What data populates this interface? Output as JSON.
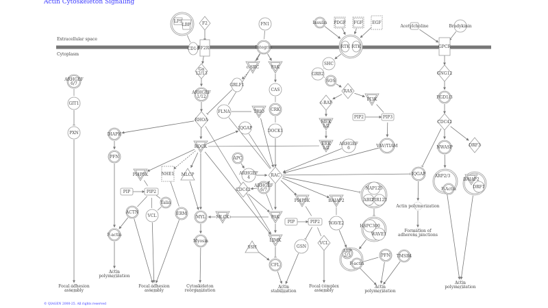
{
  "title": "Actin Cytoskeleton Signaling",
  "copyright": "© QIAGEN 2000-25. All rights reserved",
  "compartments": {
    "extracellular": "Extracellular space",
    "cytoplasm": "Cytoplasm"
  },
  "colors": {
    "title": "#3b3bff",
    "membrane": "#777777",
    "edge": "#777777",
    "node_stroke": "#999999"
  },
  "nodes": [
    {
      "id": "lpscx",
      "label": "",
      "shape": "complex"
    },
    {
      "id": "lps",
      "label": "LPS",
      "shape": "rect"
    },
    {
      "id": "lbp",
      "label": "LBP",
      "shape": "trapezoid"
    },
    {
      "id": "f2",
      "label": "F2",
      "shape": "diamond"
    },
    {
      "id": "cd14",
      "label": "CD14",
      "shape": "ellipse"
    },
    {
      "id": "f2r",
      "label": "F2R",
      "shape": "tallrect"
    },
    {
      "id": "fn1",
      "label": "FN1",
      "shape": "circle"
    },
    {
      "id": "integrin",
      "label": "Integrin",
      "shape": "dcircle"
    },
    {
      "id": "ga",
      "label": "Gα\n12/13",
      "shape": "diamond"
    },
    {
      "id": "csrc",
      "label": "c-SRC",
      "shape": "tridown"
    },
    {
      "id": "fak",
      "label": "FAK",
      "shape": "tridown"
    },
    {
      "id": "grlf1",
      "label": "GRLF1",
      "shape": "ellipse"
    },
    {
      "id": "cas",
      "label": "CAS",
      "shape": "circle"
    },
    {
      "id": "arhgef112",
      "label": "ARHGEF\n1/12",
      "shape": "dcircle"
    },
    {
      "id": "arhgef67l",
      "label": "ARHGEF\n6/7",
      "shape": "dcircle"
    },
    {
      "id": "git1",
      "label": "GIT1",
      "shape": "circle"
    },
    {
      "id": "pxn",
      "label": "PXN",
      "shape": "circle"
    },
    {
      "id": "flna",
      "label": "FLNA",
      "shape": "circle"
    },
    {
      "id": "trio",
      "label": "TRIO",
      "shape": "tridown"
    },
    {
      "id": "crk",
      "label": "CRK",
      "shape": "dcircle"
    },
    {
      "id": "rhoa",
      "label": "RHOA",
      "shape": "diamond"
    },
    {
      "id": "iqgapl",
      "label": "IQGAP",
      "shape": "circle"
    },
    {
      "id": "dock1",
      "label": "DOCK1",
      "shape": "circle"
    },
    {
      "id": "diaph",
      "label": "DIAPH",
      "shape": "dcircle"
    },
    {
      "id": "rock",
      "label": "ROCK",
      "shape": "tridown"
    },
    {
      "id": "pfnl",
      "label": "PFN",
      "shape": "dcircle"
    },
    {
      "id": "pi4p5kl",
      "label": "PI4P5K",
      "shape": "tridown"
    },
    {
      "id": "nhe1",
      "label": "NHE1",
      "shape": "dashrect"
    },
    {
      "id": "mlcp",
      "label": "MLCP",
      "shape": "triup"
    },
    {
      "id": "apc",
      "label": "APC",
      "shape": "dcircle"
    },
    {
      "id": "arhgef4",
      "label": "ARHGEF\n4",
      "shape": "circle"
    },
    {
      "id": "rac",
      "label": "RAC",
      "shape": "diamond"
    },
    {
      "id": "cdc42m",
      "label": "CDC42",
      "shape": "diamond"
    },
    {
      "id": "arhgef67m",
      "label": "ARHGEF\n6/7",
      "shape": "dcircle"
    },
    {
      "id": "pipl",
      "label": "PIP",
      "shape": "rrect"
    },
    {
      "id": "pip2l",
      "label": "PIP2",
      "shape": "rrect"
    },
    {
      "id": "talin",
      "label": "Talin",
      "shape": "dcircle"
    },
    {
      "id": "actn",
      "label": "ACTN",
      "shape": "dcircle"
    },
    {
      "id": "vcll",
      "label": "VCL",
      "shape": "circle"
    },
    {
      "id": "erm",
      "label": "ERM",
      "shape": "dcircle"
    },
    {
      "id": "myl",
      "label": "MYL",
      "shape": "dcircle"
    },
    {
      "id": "mlck",
      "label": "MLCK",
      "shape": "tridown"
    },
    {
      "id": "pak",
      "label": "PAK",
      "shape": "tridown"
    },
    {
      "id": "factinl",
      "label": "F-actin",
      "shape": "dcircle"
    },
    {
      "id": "myosin",
      "label": "Myosin",
      "shape": "dcircle"
    },
    {
      "id": "limk",
      "label": "LIMK",
      "shape": "tridown"
    },
    {
      "id": "ssh",
      "label": "SSH",
      "shape": "triup"
    },
    {
      "id": "cfl",
      "label": "CFL",
      "shape": "dcircle"
    },
    {
      "id": "apl",
      "label": "Actin\npolymerization",
      "shape": "function"
    },
    {
      "id": "fa1",
      "label": "Focal adhesion\nassembly",
      "shape": "function"
    },
    {
      "id": "fa2",
      "label": "Focal adhesion\nassembly",
      "shape": "function"
    },
    {
      "id": "cyto",
      "label": "Cytoskeleton\nreorganization",
      "shape": "function"
    },
    {
      "id": "astab",
      "label": "Actin\nstabilization",
      "shape": "function"
    },
    {
      "id": "insulin",
      "label": "Insulin",
      "shape": "dcircle"
    },
    {
      "id": "pdgf",
      "label": "PDGF",
      "shape": "ddashrect"
    },
    {
      "id": "fgf",
      "label": "FGF",
      "shape": "ddashrect"
    },
    {
      "id": "egf",
      "label": "EGF",
      "shape": "dashrect"
    },
    {
      "id": "rtkcx",
      "label": "",
      "shape": "complex"
    },
    {
      "id": "rtk1",
      "label": "RTK",
      "shape": "ellipse"
    },
    {
      "id": "rtk2",
      "label": "RTK",
      "shape": "ellipse"
    },
    {
      "id": "shc",
      "label": "SHC",
      "shape": "circle"
    },
    {
      "id": "grb2",
      "label": "GRB2",
      "shape": "circle"
    },
    {
      "id": "sos",
      "label": "SOS",
      "shape": "dcircle"
    },
    {
      "id": "ras",
      "label": "RAS",
      "shape": "diamond"
    },
    {
      "id": "craf",
      "label": "c-RAF",
      "shape": "diamond"
    },
    {
      "id": "pi3k",
      "label": "PI3K",
      "shape": "tridown"
    },
    {
      "id": "pip2r",
      "label": "PIP2",
      "shape": "rrect"
    },
    {
      "id": "pip3",
      "label": "PIP3",
      "shape": "rrect"
    },
    {
      "id": "mek",
      "label": "MEK\n1/2",
      "shape": "tridown"
    },
    {
      "id": "erk",
      "label": "ERK\n1/2",
      "shape": "tridown"
    },
    {
      "id": "arhgef6",
      "label": "ARHGEF\n6",
      "shape": "circle"
    },
    {
      "id": "vavtiam",
      "label": "VAV/TIAM",
      "shape": "dcircle"
    },
    {
      "id": "acetylcholine",
      "label": "Acetylcholine",
      "shape": "rrectw"
    },
    {
      "id": "bradykinin",
      "label": "Bradykinin",
      "shape": "circle"
    },
    {
      "id": "gpcr",
      "label": "GPCR",
      "shape": "tallrect"
    },
    {
      "id": "gng12",
      "label": "GNG12",
      "shape": "diamond"
    },
    {
      "id": "fgd13",
      "label": "FGD1/3",
      "shape": "dcircle"
    },
    {
      "id": "cdc42r",
      "label": "CDC42",
      "shape": "diamond"
    },
    {
      "id": "nwasp",
      "label": "NWASP",
      "shape": "dcircle"
    },
    {
      "id": "drf3",
      "label": "DRF3",
      "shape": "diamond"
    },
    {
      "id": "iqgapr",
      "label": "IQGAP",
      "shape": "dcircle"
    },
    {
      "id": "apr",
      "label": "Actin polymerization",
      "shape": "function"
    },
    {
      "id": "adherens",
      "label": "Formation of\nadherens junctions",
      "shape": "function"
    },
    {
      "id": "arpcx",
      "label": "",
      "shape": "bigcomplex"
    },
    {
      "id": "arp23r",
      "label": "ARP2/3",
      "shape": "none"
    },
    {
      "id": "factinr",
      "label": "F-Actin",
      "shape": "dcircle"
    },
    {
      "id": "baicx",
      "label": "",
      "shape": "bigcomplex"
    },
    {
      "id": "baiap2r",
      "label": "BAIAP2",
      "shape": "tridown"
    },
    {
      "id": "drf1",
      "label": "DRF1",
      "shape": "circle"
    },
    {
      "id": "apfar",
      "label": "Actin\npolymerization",
      "shape": "function"
    },
    {
      "id": "pi4p5km",
      "label": "PI4P5K",
      "shape": "tridown"
    },
    {
      "id": "baiap2m",
      "label": "BAIAP2",
      "shape": "tridown"
    },
    {
      "id": "napcx",
      "label": "",
      "shape": "bigcomplex"
    },
    {
      "id": "nap125",
      "label": "NAP125",
      "shape": "circle"
    },
    {
      "id": "abi2",
      "label": "ABI2",
      "shape": "circle"
    },
    {
      "id": "pir121",
      "label": "PIR121",
      "shape": "circle"
    },
    {
      "id": "pipm",
      "label": "PIP",
      "shape": "rrect"
    },
    {
      "id": "pip2m",
      "label": "PIP2",
      "shape": "rrect"
    },
    {
      "id": "wave2",
      "label": "WAVE2",
      "shape": "circle"
    },
    {
      "id": "hspccx",
      "label": "",
      "shape": "bigcomplex"
    },
    {
      "id": "hspc300",
      "label": "HSPC300",
      "shape": "circle"
    },
    {
      "id": "wave1",
      "label": "WAVE1",
      "shape": "circle"
    },
    {
      "id": "gsn",
      "label": "GSN",
      "shape": "circle"
    },
    {
      "id": "vclm",
      "label": "VCL",
      "shape": "diamond"
    },
    {
      "id": "arpcxm",
      "label": "",
      "shape": "bigcomplex"
    },
    {
      "id": "arp23m",
      "label": "ARP\n2/3",
      "shape": "dcircle"
    },
    {
      "id": "factinm",
      "label": "F-actin",
      "shape": "dcircle"
    },
    {
      "id": "pfnm",
      "label": "PFN",
      "shape": "dcircle"
    },
    {
      "id": "tmsb4",
      "label": "TMSB4",
      "shape": "dcircle"
    },
    {
      "id": "fca",
      "label": "Focal complex\nassembly",
      "shape": "function"
    },
    {
      "id": "apm",
      "label": "Actin\npolymerization",
      "shape": "function"
    }
  ],
  "edges": [
    [
      "lpscx",
      "cd14",
      "line"
    ],
    [
      "f2",
      "f2r",
      "arrow"
    ],
    [
      "fn1",
      "integrin",
      "line"
    ],
    [
      "f2r",
      "ga",
      "arrow"
    ],
    [
      "ga",
      "arhgef112",
      "arrow"
    ],
    [
      "arhgef112",
      "rhoa",
      "arrow"
    ],
    [
      "integrin",
      "csrc",
      "arrow"
    ],
    [
      "integrin",
      "fak",
      "arrow"
    ],
    [
      "csrc",
      "grlf1",
      "dasharrow"
    ],
    [
      "grlf1",
      "rhoa",
      "inhibit"
    ],
    [
      "fak",
      "cas",
      "arrow"
    ],
    [
      "cas",
      "crk",
      "line"
    ],
    [
      "crk",
      "dock1",
      "line"
    ],
    [
      "dock1",
      "rac",
      "arrow"
    ],
    [
      "integrin",
      "flna",
      "line"
    ],
    [
      "flna",
      "trio",
      "line"
    ],
    [
      "flna",
      "rac",
      "line"
    ],
    [
      "trio",
      "rac",
      "arrow"
    ],
    [
      "iqgapl",
      "rac",
      "line"
    ],
    [
      "rhoa",
      "diaph",
      "arrow"
    ],
    [
      "rhoa",
      "rock",
      "arrow"
    ],
    [
      "rhoa",
      "limk",
      "line"
    ],
    [
      "arhgef67l",
      "git1",
      "line"
    ],
    [
      "git1",
      "pxn",
      "inhibit"
    ],
    [
      "pxn",
      "fa1",
      "arrow"
    ],
    [
      "diaph",
      "pfnl",
      "arrow"
    ],
    [
      "pfnl",
      "factinl",
      "arrow"
    ],
    [
      "factinl",
      "apl",
      "arrow"
    ],
    [
      "rock",
      "pi4p5kl",
      "arrow"
    ],
    [
      "rock",
      "nhe1",
      "dasharrow"
    ],
    [
      "rock",
      "mlcp",
      "arrow"
    ],
    [
      "rock",
      "myl",
      "arrow"
    ],
    [
      "rock",
      "limk",
      "arrow"
    ],
    [
      "rock",
      "iqgapl",
      "arrow"
    ],
    [
      "erk",
      "rock",
      "line"
    ],
    [
      "pi4p5kl",
      "pip2l",
      "line"
    ],
    [
      "pipl",
      "pip2l",
      "arrow"
    ],
    [
      "pip2l",
      "talin",
      "line"
    ],
    [
      "pip2l",
      "vcll",
      "line"
    ],
    [
      "pip2l",
      "actn",
      "line"
    ],
    [
      "talin",
      "vcll",
      "line"
    ],
    [
      "actn",
      "factinl",
      "arrow"
    ],
    [
      "actn",
      "fa2",
      "arrow"
    ],
    [
      "vcll",
      "fa2",
      "arrow"
    ],
    [
      "nhe1",
      "erm",
      "line"
    ],
    [
      "erm",
      "fa2",
      "arrow"
    ],
    [
      "mlcp",
      "myl",
      "arrow"
    ],
    [
      "mlck",
      "myl",
      "arrow"
    ],
    [
      "pak",
      "mlck",
      "inhibit"
    ],
    [
      "myl",
      "myosin",
      "arrow"
    ],
    [
      "myosin",
      "cyto",
      "arrow"
    ],
    [
      "apc",
      "arhgef4",
      "arrow"
    ],
    [
      "arhgef4",
      "rac",
      "arrow"
    ],
    [
      "arhgef67m",
      "rac",
      "arrow"
    ],
    [
      "arhgef67m",
      "cdc42m",
      "arrow"
    ],
    [
      "cdc42m",
      "pak",
      "arrow"
    ],
    [
      "arhgef67m",
      "pak",
      "line"
    ],
    [
      "rac",
      "pak",
      "arrow"
    ],
    [
      "pak",
      "limk",
      "arrow"
    ],
    [
      "limk",
      "cfl",
      "inhibit"
    ],
    [
      "ssh",
      "cfl",
      "arrow"
    ],
    [
      "cfl",
      "astab",
      "arrow"
    ],
    [
      "gsn",
      "astab",
      "arrow"
    ],
    [
      "arhgef6",
      "rac",
      "arrow"
    ],
    [
      "vavtiam",
      "rac",
      "arrow"
    ],
    [
      "rac",
      "pi4p5km",
      "arrow"
    ],
    [
      "rac",
      "baiap2m",
      "arrow"
    ],
    [
      "rac",
      "napcx",
      "inhibit"
    ],
    [
      "rac",
      "iqgapr",
      "inhibit"
    ],
    [
      "insulin",
      "rtkcx",
      "arrow"
    ],
    [
      "pdgf",
      "rtkcx",
      "arrow"
    ],
    [
      "fgf",
      "rtkcx",
      "arrow"
    ],
    [
      "egf",
      "rtkcx",
      "arrow"
    ],
    [
      "rtkcx",
      "shc",
      "arrow"
    ],
    [
      "shc",
      "grb2",
      "line"
    ],
    [
      "grb2",
      "sos",
      "line"
    ],
    [
      "sos",
      "ras",
      "arrow"
    ],
    [
      "ras",
      "craf",
      "arrow"
    ],
    [
      "ras",
      "pi3k",
      "arrow"
    ],
    [
      "craf",
      "mek",
      "arrow"
    ],
    [
      "mek",
      "erk",
      "arrow"
    ],
    [
      "pi3k",
      "pip3",
      "line"
    ],
    [
      "pip2r",
      "pip3",
      "arrow"
    ],
    [
      "pip3",
      "vavtiam",
      "arrow"
    ],
    [
      "acetylcholine",
      "gpcr",
      "arrow"
    ],
    [
      "bradykinin",
      "gpcr",
      "arrow"
    ],
    [
      "gpcr",
      "gng12",
      "arrow"
    ],
    [
      "gng12",
      "fgd13",
      "arrow"
    ],
    [
      "fgd13",
      "cdc42r",
      "arrow"
    ],
    [
      "cdc42r",
      "nwasp",
      "arrow"
    ],
    [
      "cdc42r",
      "drf3",
      "arrow"
    ],
    [
      "cdc42r",
      "iqgapr",
      "inhibit"
    ],
    [
      "nwasp",
      "arpcx",
      "arrow"
    ],
    [
      "iqgapr",
      "apr",
      "arrow"
    ],
    [
      "apr",
      "adherens",
      "arrow"
    ],
    [
      "arpcx",
      "apfar",
      "arrow"
    ],
    [
      "baicx",
      "apfar",
      "arrow"
    ],
    [
      "pi4p5km",
      "pip2m",
      "line"
    ],
    [
      "pipm",
      "pip2m",
      "arrow"
    ],
    [
      "pip2m",
      "gsn",
      "inhibit"
    ],
    [
      "pip2m",
      "vclm",
      "line"
    ],
    [
      "vclm",
      "fca",
      "arrow"
    ],
    [
      "baiap2m",
      "wave2",
      "line"
    ],
    [
      "wave2",
      "arpcxm",
      "arrow"
    ],
    [
      "napcx",
      "hspccx",
      "inhibit"
    ],
    [
      "hspccx",
      "arpcxm",
      "arrow"
    ],
    [
      "factinm",
      "pfnm",
      "line"
    ],
    [
      "arpcxm",
      "apm",
      "arrow"
    ],
    [
      "pfnm",
      "apm",
      "arrow"
    ],
    [
      "tmsb4",
      "apm",
      "arrow"
    ]
  ]
}
